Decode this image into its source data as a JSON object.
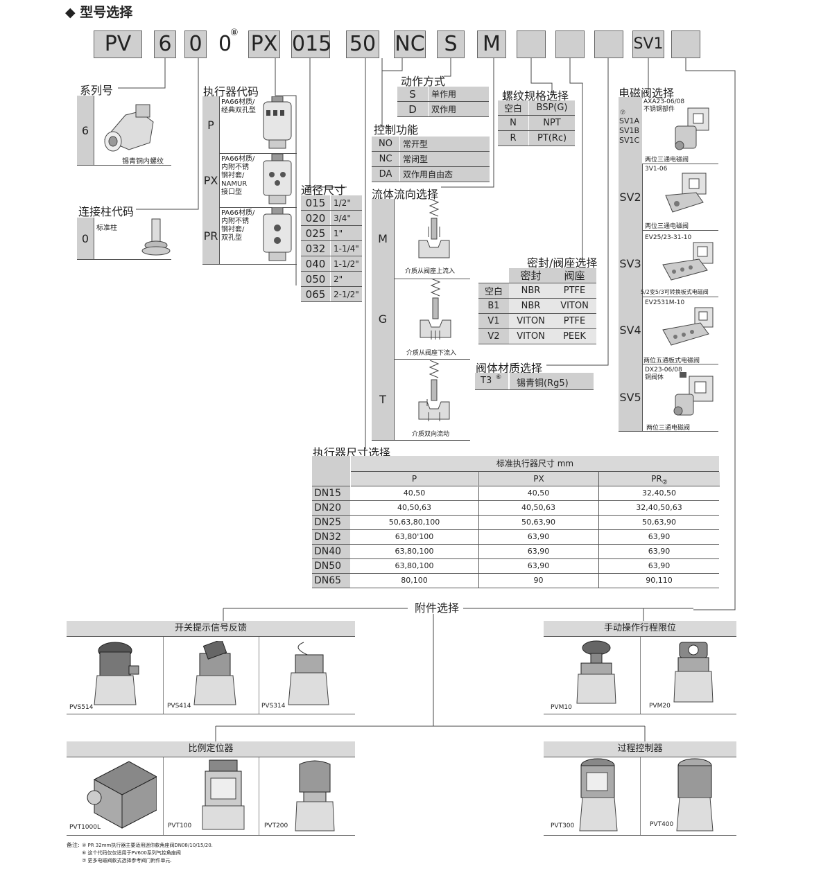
{
  "section_title": "◆ 型号选择",
  "code_boxes": [
    "PV",
    "6",
    "0",
    "0",
    "PX",
    "015",
    "50",
    "NC",
    "S",
    "M",
    "",
    "",
    "",
    "SV1",
    ""
  ],
  "code_box_sup": "⑧",
  "series": {
    "title": "系列号",
    "code": "6",
    "caption": "锡青铜内螺纹"
  },
  "connector": {
    "title": "连接柱代码",
    "code": "0",
    "caption": "标准柱"
  },
  "actuator": {
    "title": "执行器代码",
    "items": [
      {
        "code": "P",
        "desc": "PA66材质/\n经典双孔型"
      },
      {
        "code": "PX",
        "desc": "PA66材质/\n内附不锈\n钢衬套/\nNAMUR\n接口型"
      },
      {
        "code": "PR",
        "desc": "PA66材质/\n内附不锈\n钢衬套/\n双孔型"
      }
    ]
  },
  "bore": {
    "title": "通径尺寸",
    "rows": [
      [
        "015",
        "1/2\""
      ],
      [
        "020",
        "3/4\""
      ],
      [
        "025",
        "1\""
      ],
      [
        "032",
        "1-1/4\""
      ],
      [
        "040",
        "1-1/2\""
      ],
      [
        "050",
        "2\""
      ],
      [
        "065",
        "2-1/2\""
      ]
    ]
  },
  "action": {
    "title": "动作方式",
    "rows": [
      [
        "S",
        "单作用"
      ],
      [
        "D",
        "双作用"
      ]
    ]
  },
  "control": {
    "title": "控制功能",
    "rows": [
      [
        "NO",
        "常开型"
      ],
      [
        "NC",
        "常闭型"
      ],
      [
        "DA",
        "双作用自由态"
      ]
    ]
  },
  "thread": {
    "title": "螺纹规格选择",
    "rows": [
      [
        "空白",
        "BSP(G)"
      ],
      [
        "N",
        "NPT"
      ],
      [
        "R",
        "PT(Rc)"
      ]
    ]
  },
  "flow": {
    "title": "流体流向选择",
    "items": [
      {
        "code": "M",
        "caption": "介质从阀座上流入"
      },
      {
        "code": "G",
        "caption": "介质从阀座下流入"
      },
      {
        "code": "T",
        "caption": "介质双向流动"
      }
    ]
  },
  "seal": {
    "title": "密封/阀座选择",
    "header": [
      "密封",
      "阀座"
    ],
    "rows": [
      [
        "空白",
        "NBR",
        "PTFE"
      ],
      [
        "B1",
        "NBR",
        "VITON"
      ],
      [
        "V1",
        "VITON",
        "PTFE"
      ],
      [
        "V2",
        "VITON",
        "PEEK"
      ]
    ]
  },
  "body_material": {
    "title": "阀体材质选择",
    "code": "T3",
    "sup": "⑥",
    "value": "锡青铜(Rg5)"
  },
  "solenoid": {
    "title": "电磁阀选择",
    "items": [
      {
        "code": "SV1A\nSV1B\nSV1C",
        "mark": "⑦",
        "model": "AXA23-06/08\n不锈钢部件",
        "caption": "两位三通电磁阀"
      },
      {
        "code": "SV2",
        "mark": "",
        "model": "3V1-06",
        "caption": "两位三通电磁阀"
      },
      {
        "code": "SV3",
        "mark": "",
        "model": "EV25/23-31-10",
        "caption": "5/2变5/3可转换板式电磁阀"
      },
      {
        "code": "SV4",
        "mark": "",
        "model": "EV2531M-10",
        "caption": "两位五通板式电磁阀"
      },
      {
        "code": "SV5",
        "mark": "",
        "model": "DX23-06/08\n铜阀体",
        "caption": "两位三通电磁阀"
      }
    ]
  },
  "actuator_size": {
    "title": "执行器尺寸选择",
    "header": "标准执行器尺寸 mm",
    "cols": [
      "P",
      "PX",
      "PR"
    ],
    "pr_sub": "②",
    "rows": [
      [
        "DN15",
        "40,50",
        "40,50",
        "32,40,50"
      ],
      [
        "DN20",
        "40,50,63",
        "40,50,63",
        "32,40,50,63"
      ],
      [
        "DN25",
        "50,63,80,100",
        "50,63,90",
        "50,63,90"
      ],
      [
        "DN32",
        "63,80'100",
        "63,90",
        "63,90"
      ],
      [
        "DN40",
        "63,80,100",
        "63,90",
        "63,90"
      ],
      [
        "DN50",
        "63,80,100",
        "63,90",
        "63,90"
      ],
      [
        "DN65",
        "80,100",
        "90",
        "90,110"
      ]
    ]
  },
  "accessories": {
    "title": "附件选择",
    "groups": [
      {
        "title": "开关提示信号反馈",
        "items": [
          "PVS514",
          "PVS414",
          "PVS314"
        ]
      },
      {
        "title": "手动操作行程限位",
        "items": [
          "PVM10",
          "PVM20"
        ]
      },
      {
        "title": "比例定位器",
        "items": [
          "PVT1000L",
          "PVT100",
          "PVT200"
        ]
      },
      {
        "title": "过程控制器",
        "items": [
          "PVT300",
          "PVT400"
        ]
      }
    ]
  },
  "notes": {
    "label": "备注:",
    "lines": [
      "② PR 32mm执行器主要适用迷你款角座阀DN08/10/15/20.",
      "⑥ 这个代码仅仅适用于PV600系列气控角座阀",
      "⑦ 更多电磁阀款式选择参考阀门附件单元."
    ]
  }
}
